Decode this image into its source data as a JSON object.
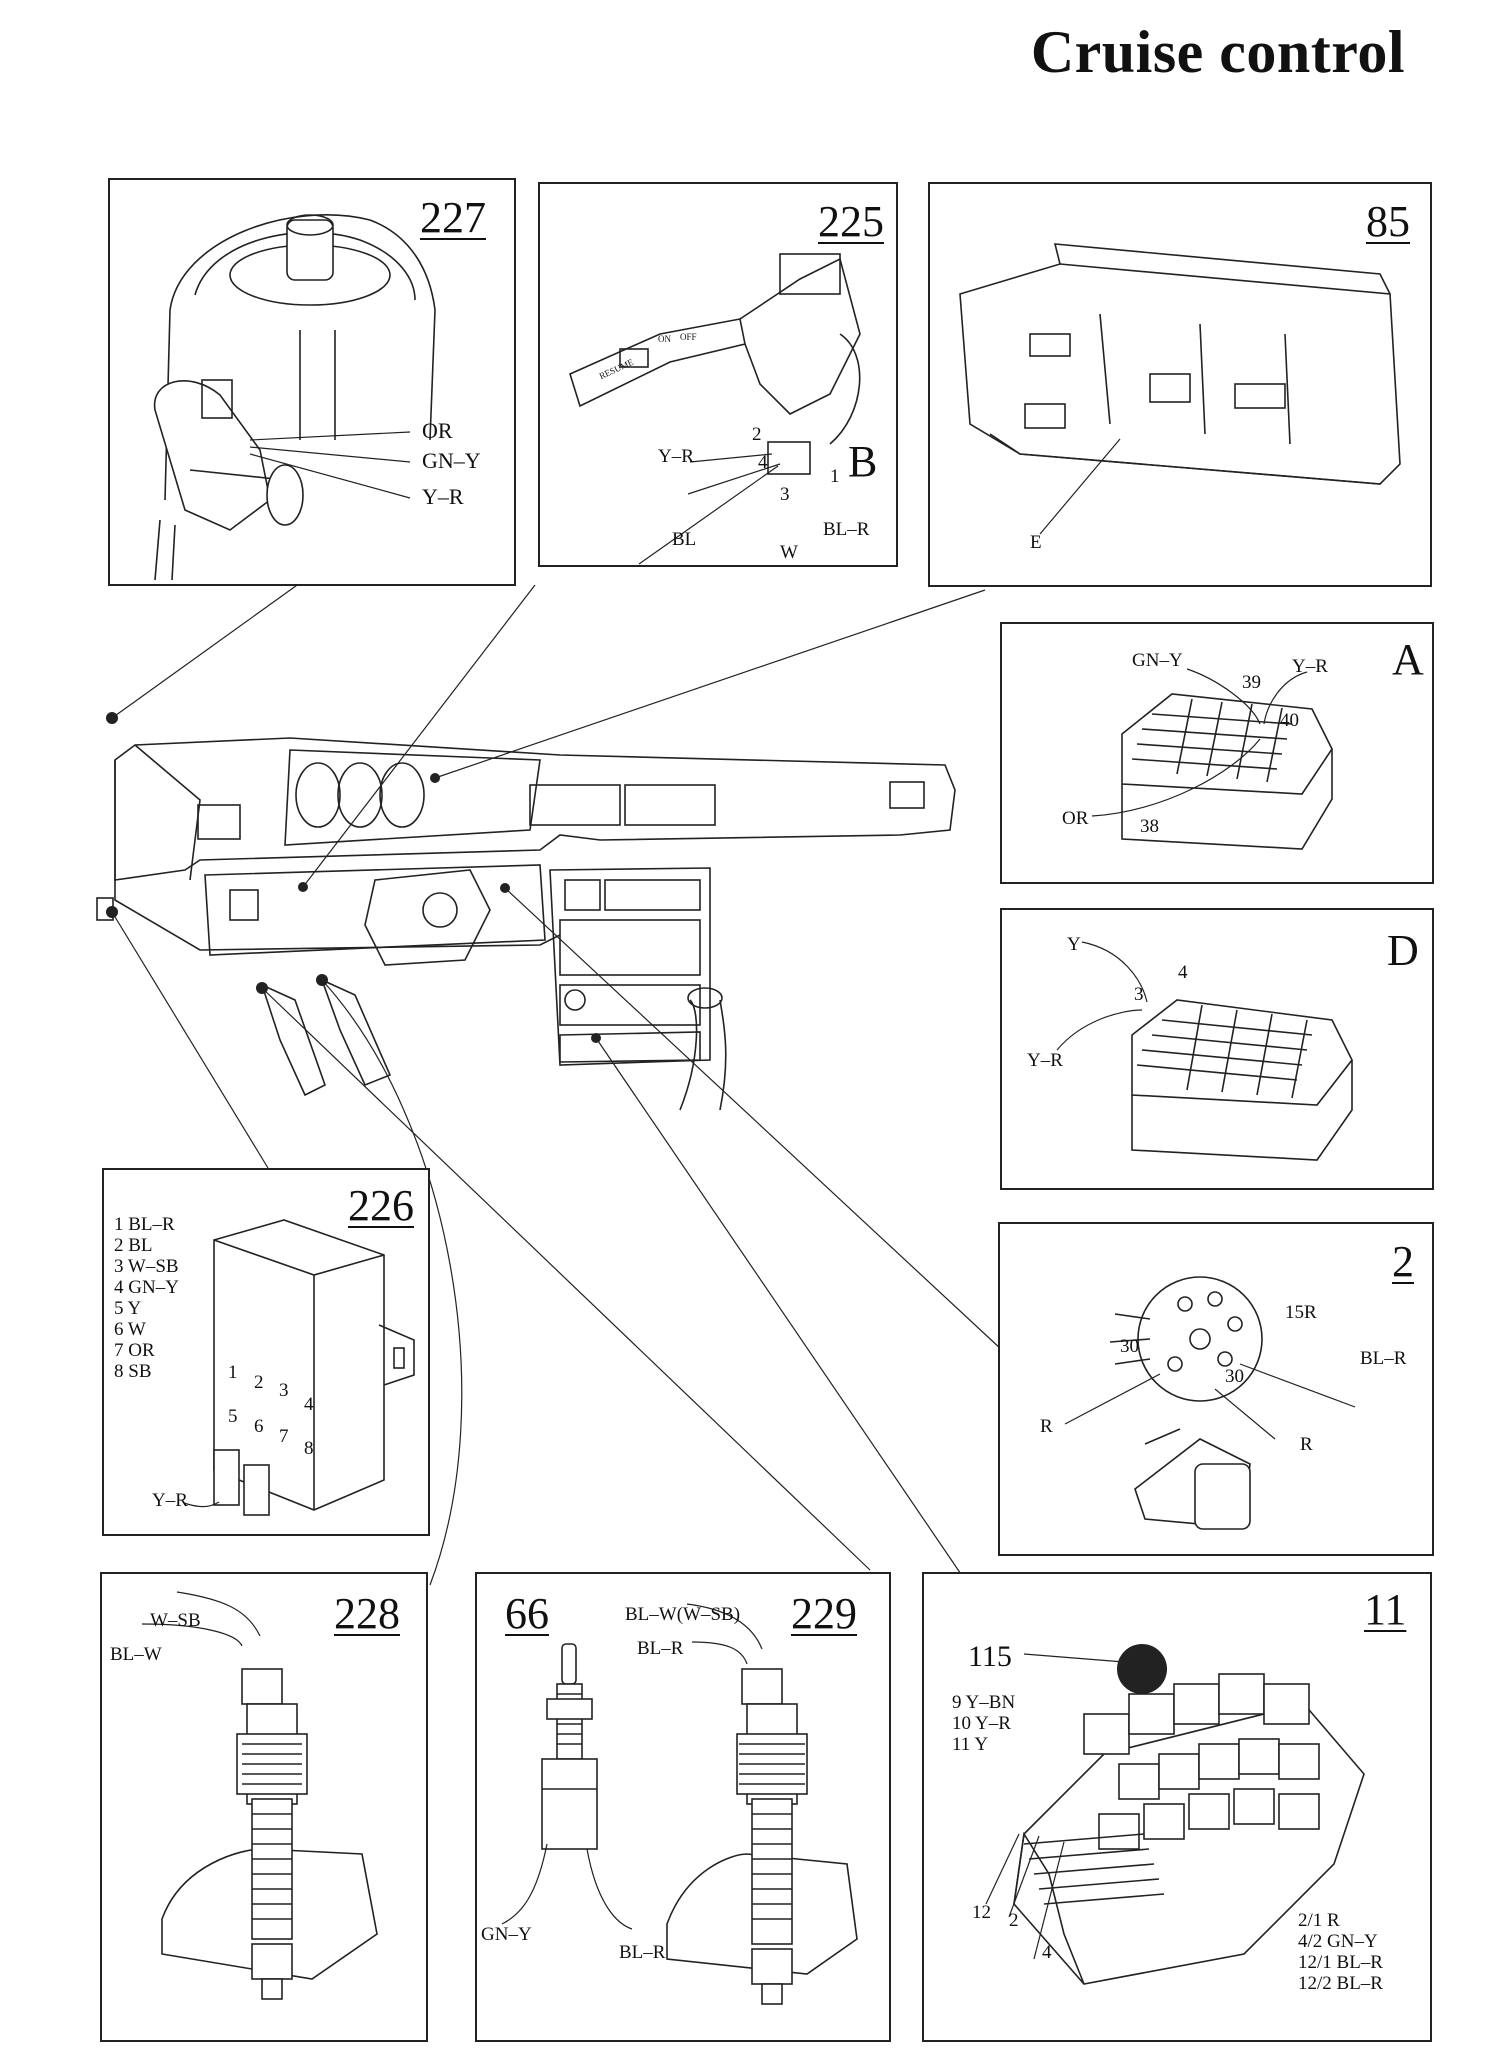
{
  "title": "Cruise control",
  "panels": {
    "p227": {
      "number": "227",
      "wires": [
        "OR",
        "GN–Y",
        "Y–R"
      ]
    },
    "p225": {
      "number": "225",
      "connector": "B",
      "pins": [
        "2",
        "4",
        "3",
        "1"
      ],
      "wires": [
        "Y–R",
        "BL",
        "W",
        "BL–R"
      ],
      "switch_labels": [
        "RESUME",
        "ON",
        "OFF"
      ]
    },
    "p85": {
      "number": "85",
      "label": "E"
    },
    "pA": {
      "letter": "A",
      "wires": [
        "GN–Y",
        "Y–R",
        "OR"
      ],
      "pins": [
        "39",
        "40",
        "38"
      ]
    },
    "pD": {
      "letter": "D",
      "wires": [
        "Y",
        "Y–R"
      ],
      "pins": [
        "4",
        "3"
      ]
    },
    "p2": {
      "number": "2",
      "labels": [
        "15R",
        "30",
        "BL–R",
        "30",
        "R",
        "R"
      ]
    },
    "p226": {
      "number": "226",
      "pinout": [
        "1 BL–R",
        "2 BL",
        "3 W–SB",
        "4 GN–Y",
        "5 Y",
        "6 W",
        "7 OR",
        "8 SB"
      ],
      "pins": [
        "1",
        "2",
        "3",
        "4",
        "5",
        "6",
        "7",
        "8"
      ],
      "wire": "Y–R"
    },
    "p228": {
      "number": "228",
      "wires": [
        "W–SB",
        "BL–W"
      ]
    },
    "p229": {
      "number": "229",
      "number_left": "66",
      "wires": [
        "BL–W(W–SB)",
        "BL–R",
        "GN–Y",
        "BL–R"
      ]
    },
    "p11": {
      "number": "11",
      "relay": "115",
      "left_list": [
        "9   Y–BN",
        "10   Y–R",
        "11   Y"
      ],
      "bottom_labels": [
        "12",
        "2",
        "4"
      ],
      "right_list": [
        "2/1   R",
        "4/2   GN–Y",
        "12/1   BL–R",
        "12/2   BL–R"
      ]
    }
  }
}
